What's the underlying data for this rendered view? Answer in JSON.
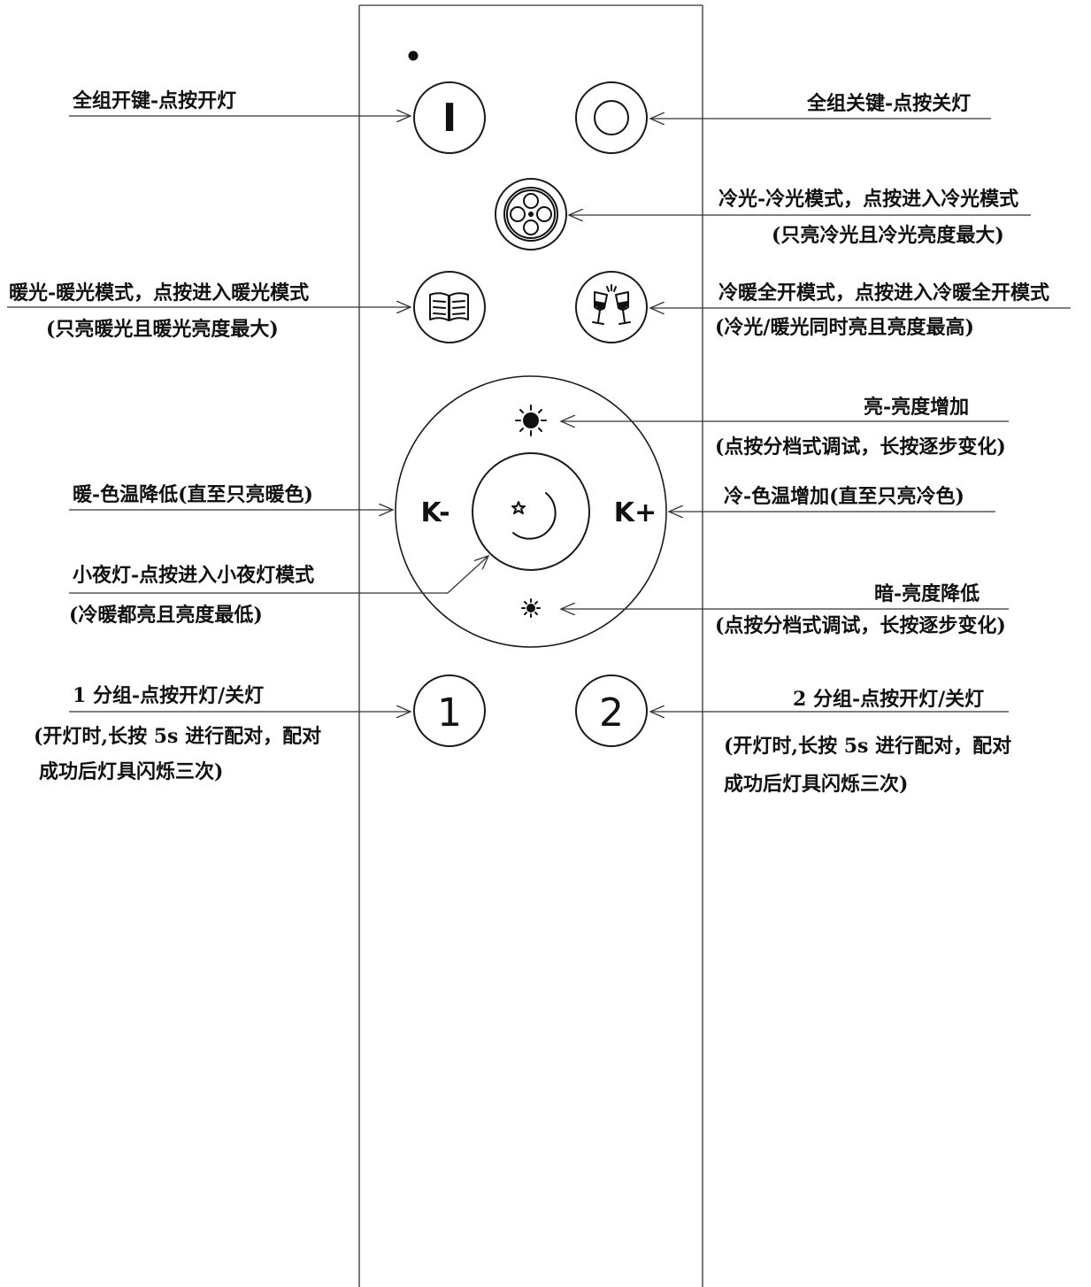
{
  "buttons": {
    "all_on": {
      "symbol": "I"
    },
    "all_off": {
      "symbol": "O"
    },
    "cool_mode": {
      "icon": "film-reel-icon"
    },
    "warm_mode": {
      "icon": "book-icon"
    },
    "full_mode": {
      "icon": "champagne-glasses-icon"
    },
    "brighter": {
      "icon": "sun-large-icon"
    },
    "dimmer": {
      "icon": "sun-small-icon"
    },
    "kelvin_down": {
      "label": "K-"
    },
    "kelvin_up": {
      "label": "K+"
    },
    "night": {
      "icon": "moon-star-icon"
    },
    "group1": {
      "label": "1"
    },
    "group2": {
      "label": "2"
    }
  },
  "annotations": {
    "all_on": [
      "全组开键-点按开灯"
    ],
    "all_off": [
      "全组关键-点按关灯"
    ],
    "cool_mode": [
      "冷光-冷光模式，点按进入冷光模式",
      "(只亮冷光且冷光亮度最大)"
    ],
    "warm_mode": [
      "暖光-暖光模式，点按进入暖光模式",
      "(只亮暖光且暖光亮度最大)"
    ],
    "full_mode": [
      "冷暖全开模式，点按进入冷暖全开模式",
      "(冷光/暖光同时亮且亮度最高)"
    ],
    "brighter": [
      "亮-亮度增加",
      "(点按分档式调试，长按逐步变化)"
    ],
    "kelvin_down": [
      "暖-色温降低(直至只亮暖色)"
    ],
    "kelvin_up": [
      "冷-色温增加(直至只亮冷色)"
    ],
    "night": [
      "小夜灯-点按进入小夜灯模式",
      "(冷暖都亮且亮度最低)"
    ],
    "dimmer": [
      "暗-亮度降低",
      "(点按分档式调试，长按逐步变化)"
    ],
    "group1": [
      "1 分组-点按开灯/关灯",
      "(开灯时,长按 5s 进行配对，配对",
      "成功后灯具闪烁三次)"
    ],
    "group2": [
      "2 分组-点按开灯/关灯",
      "(开灯时,长按 5s 进行配对，配对",
      "成功后灯具闪烁三次)"
    ]
  },
  "colors": {
    "ink": "#111111",
    "line": "#333333",
    "background": "#ffffff"
  }
}
